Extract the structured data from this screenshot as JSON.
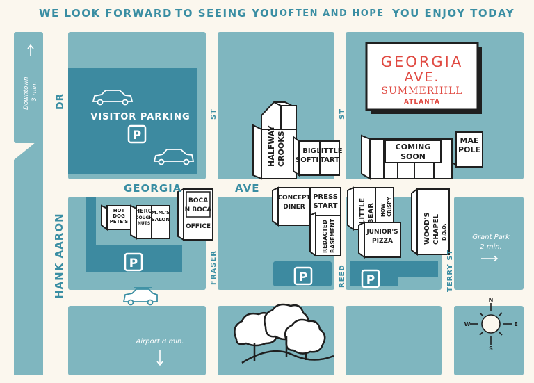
{
  "header": {
    "part1": "WE LOOK FORWARD",
    "part2": "TO SEEING YOU",
    "part3": "OFTEN AND HOPE",
    "part4": "YOU ENJOY TODAY"
  },
  "sign": {
    "line1": "GEORGIA",
    "line2": "AVE.",
    "line3": "SUMMERHILL",
    "line4": "ATLANTA"
  },
  "directions": {
    "downtown_name": "Downtown",
    "downtown_time": "3 min.",
    "grant_name": "Grant Park",
    "grant_time": "2 min.",
    "airport": "Airport  8 min."
  },
  "parking": {
    "visitor_label": "VISITOR PARKING",
    "symbol": "P"
  },
  "streets": {
    "georgia": "GEORGIA",
    "ave": "AVE",
    "hank_aaron": "HANK AARON",
    "dr": "DR",
    "st": "ST",
    "fraser": "FRASER",
    "reed": "REED",
    "terry": "TERRY ST"
  },
  "compass": {
    "n": "N",
    "s": "S",
    "e": "E",
    "w": "W"
  },
  "buildings": {
    "halfway1": "HALFWAY",
    "halfway2": "CROOKS",
    "bigsoftie1": "BIG",
    "bigsoftie2": "SOFTIE",
    "littletart1": "LITTLE",
    "littletart2": "TART",
    "comingsoon1": "COMING",
    "comingsoon2": "SOON",
    "maepole1": "MAE",
    "maepole2": "POLE",
    "hotdog1": "HOT",
    "hotdog2": "DOG",
    "hotdog3": "PETE'S",
    "hero1": "HERO",
    "hero2": "DOUGH",
    "hero3": "NUTS",
    "mms1": "M.M.'S",
    "mms2": "SALON",
    "boca1": "BOCA",
    "boca2": "N BOCA",
    "office": "OFFICE",
    "concept1": "CONCEPT",
    "concept2": "DINER",
    "press1": "PRESS",
    "press2": "START",
    "redacted1": "REDACTED",
    "redacted2": "BASEMENT",
    "littlebear1": "LITTLE",
    "littlebear2": "BEAR",
    "howcrispy1": "HOW",
    "howcrispy2": "CRISPY",
    "juniors1": "JUNIOR'S",
    "juniors2": "PIZZA",
    "woods1": "WOOD'S",
    "woods2": "CHAPEL",
    "woods3": "B.B.Q."
  }
}
